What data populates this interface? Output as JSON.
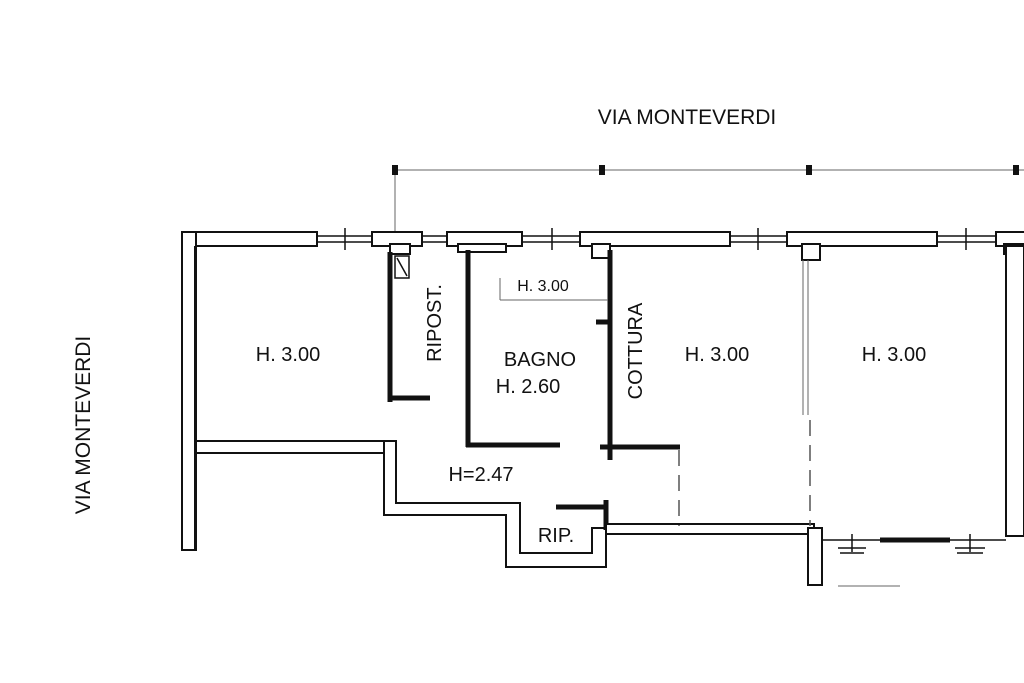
{
  "streets": {
    "top": "VIA MONTEVERDI",
    "left": "VIA MONTEVERDI"
  },
  "rooms": {
    "room_left": "H. 3.00",
    "ripostiglio": "RIPOST.",
    "bagno_name": "BAGNO",
    "bagno_height": "H. 2.60",
    "bagno_note": "H. 3.00",
    "cottura": "COTTURA",
    "room_center": "H. 3.00",
    "room_right": "H. 3.00",
    "corridor": "H=2.47",
    "rip": "RIP."
  }
}
